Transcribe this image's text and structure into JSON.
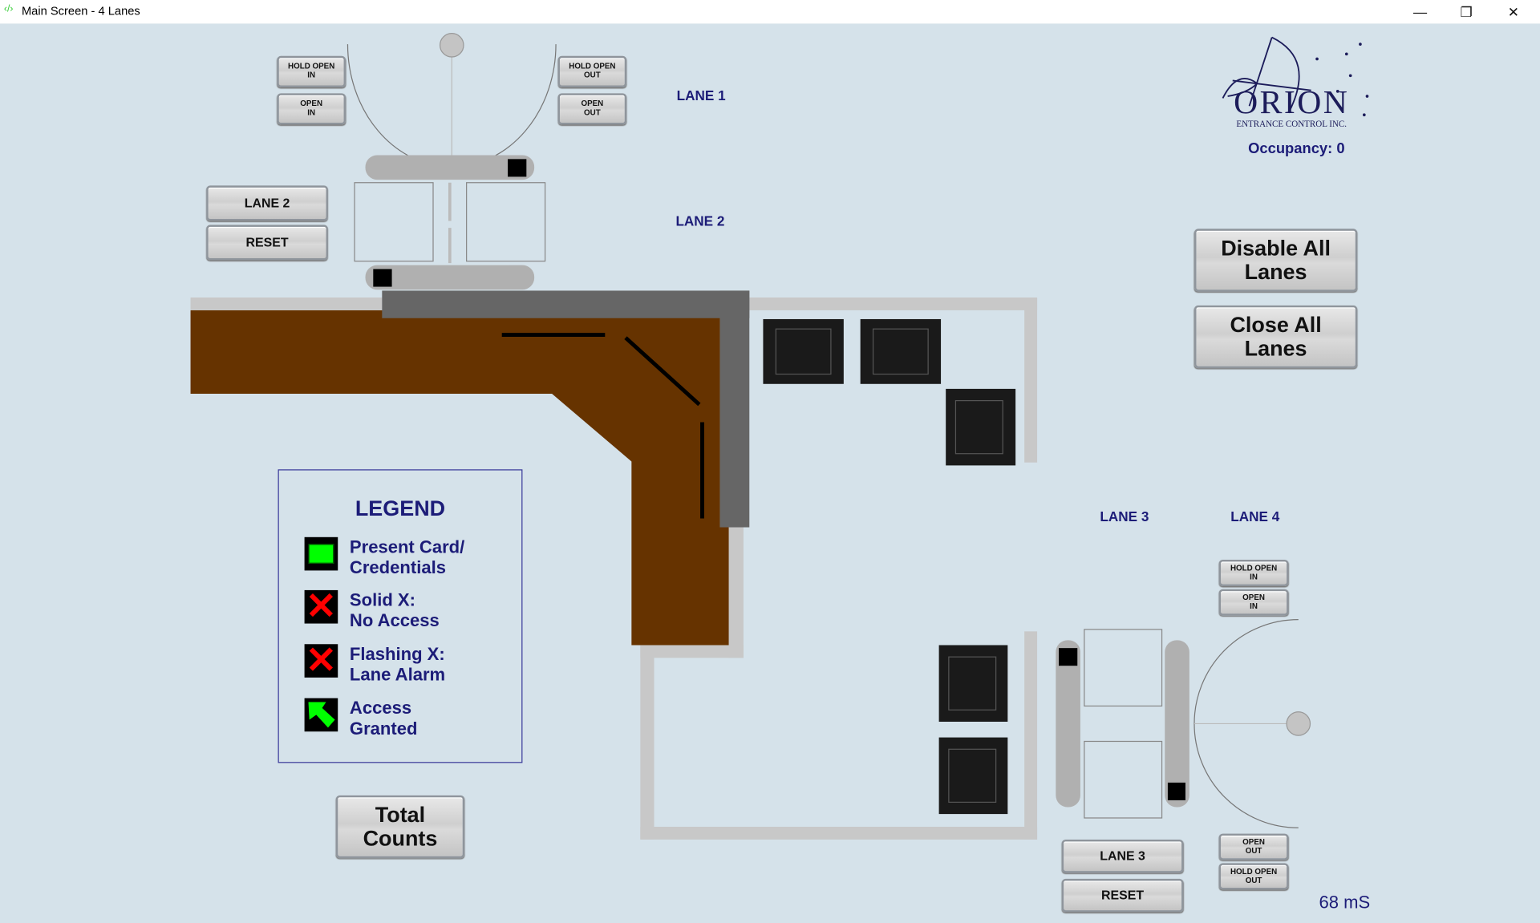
{
  "window": {
    "title": "Main Screen - 4 Lanes",
    "minimize": "—",
    "restore": "❐",
    "close": "✕"
  },
  "lanes": {
    "lane1_label": "LANE 1",
    "lane2_label": "LANE 2",
    "lane3_label": "LANE 3",
    "lane4_label": "LANE 4"
  },
  "lane1_controls": {
    "hold_open_in": "HOLD OPEN\nIN",
    "open_in": "OPEN\nIN",
    "hold_open_out": "HOLD OPEN\nOUT",
    "open_out": "OPEN\nOUT"
  },
  "lane2_controls": {
    "lane_button": "LANE 2",
    "reset": "RESET"
  },
  "lane3_controls": {
    "lane_button": "LANE 3",
    "reset": "RESET"
  },
  "lane4_controls": {
    "hold_open_in": "HOLD OPEN\nIN",
    "open_in": "OPEN\nIN",
    "open_out": "OPEN\nOUT",
    "hold_open_out": "HOLD OPEN\nOUT"
  },
  "logo": {
    "name": "ORION",
    "tagline": "ENTRANCE CONTROL INC."
  },
  "occupancy": "Occupancy: 0",
  "global_buttons": {
    "disable_all": "Disable All\nLanes",
    "close_all": "Close All\nLanes",
    "total_counts": "Total\nCounts"
  },
  "legend": {
    "title": "LEGEND",
    "items": [
      {
        "icon": "green-card-icon",
        "label": "Present Card/\nCredentials"
      },
      {
        "icon": "red-x-icon",
        "label": "Solid X:\nNo Access"
      },
      {
        "icon": "red-x-flashing-icon",
        "label": "Flashing X:\nLane Alarm"
      },
      {
        "icon": "green-arrow-icon",
        "label": "Access\nGranted"
      }
    ]
  },
  "status": {
    "latency": "68 mS"
  },
  "colors": {
    "background": "#d5e2ea",
    "desk": "#663300",
    "text": "#1c1c78",
    "green": "#00ff00",
    "red": "#ff0000"
  }
}
